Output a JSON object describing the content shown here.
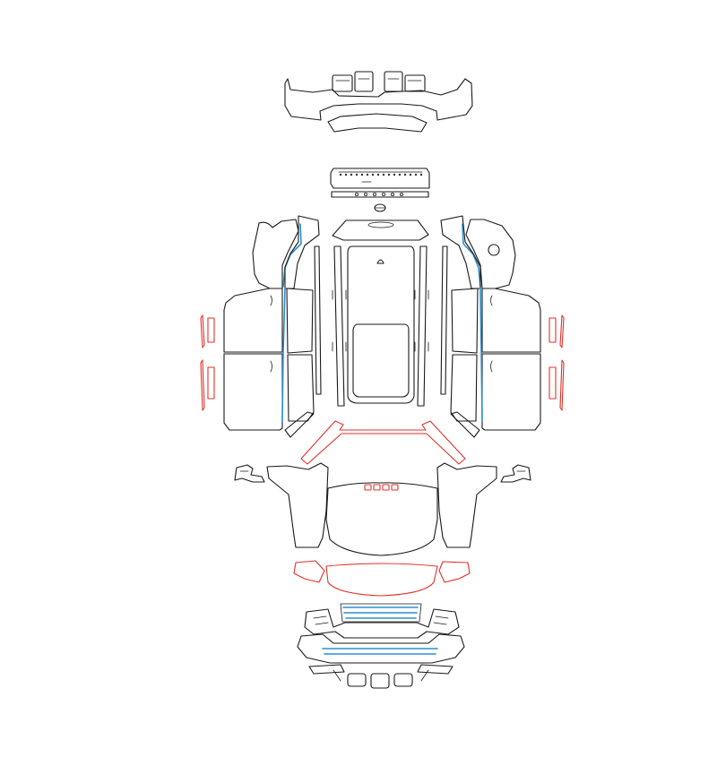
{
  "diagram": {
    "colors": {
      "outline": "#1a1a1a",
      "red_parts": "#e0312b",
      "blue_parts": "#2a8fd0",
      "background": "#ffffff"
    },
    "groups": [
      {
        "id": "rear-bumper-set",
        "color": "outline"
      },
      {
        "id": "tailgate-set",
        "color": "outline"
      },
      {
        "id": "roof-set",
        "color": "outline"
      },
      {
        "id": "left-door-set",
        "color": "outline"
      },
      {
        "id": "right-door-set",
        "color": "outline"
      },
      {
        "id": "mirror-cap-set",
        "color": "red_parts"
      },
      {
        "id": "headlight-set",
        "color": "red_parts"
      },
      {
        "id": "door-edge-set",
        "color": "blue_parts"
      },
      {
        "id": "front-bumper-set",
        "color": "outline"
      }
    ]
  }
}
